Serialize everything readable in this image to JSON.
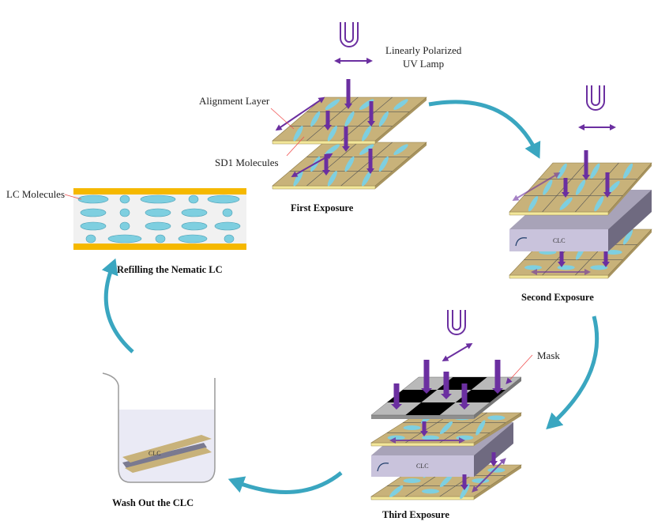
{
  "labels": {
    "lamp_line1": "Linearly Polarized",
    "lamp_line2": "UV Lamp",
    "alignment_layer": "Alignment Layer",
    "sd1_molecules": "SD1 Molecules",
    "lc_molecules": "LC Molecules",
    "mask": "Mask",
    "clc": "CLC"
  },
  "steps": {
    "first": "First Exposure",
    "second": "Second Exposure",
    "third": "Third Exposure",
    "wash": "Wash Out the CLC",
    "refill": "Refilling the Nematic LC"
  },
  "colors": {
    "plate": "#c8b27a",
    "plate_edge": "#f3e79a",
    "molecule": "#7ecfe0",
    "uv": "#6b2fa0",
    "cycle_arrow": "#3aa6c0",
    "clc_box": "#c9c3dc",
    "substrate_bar": "#f5b800",
    "mask": "#b9b9b9"
  },
  "icons": [
    "uv-lamp-icon",
    "polarization-arrow-icon",
    "cycle-arrow-icon",
    "beaker-icon"
  ]
}
